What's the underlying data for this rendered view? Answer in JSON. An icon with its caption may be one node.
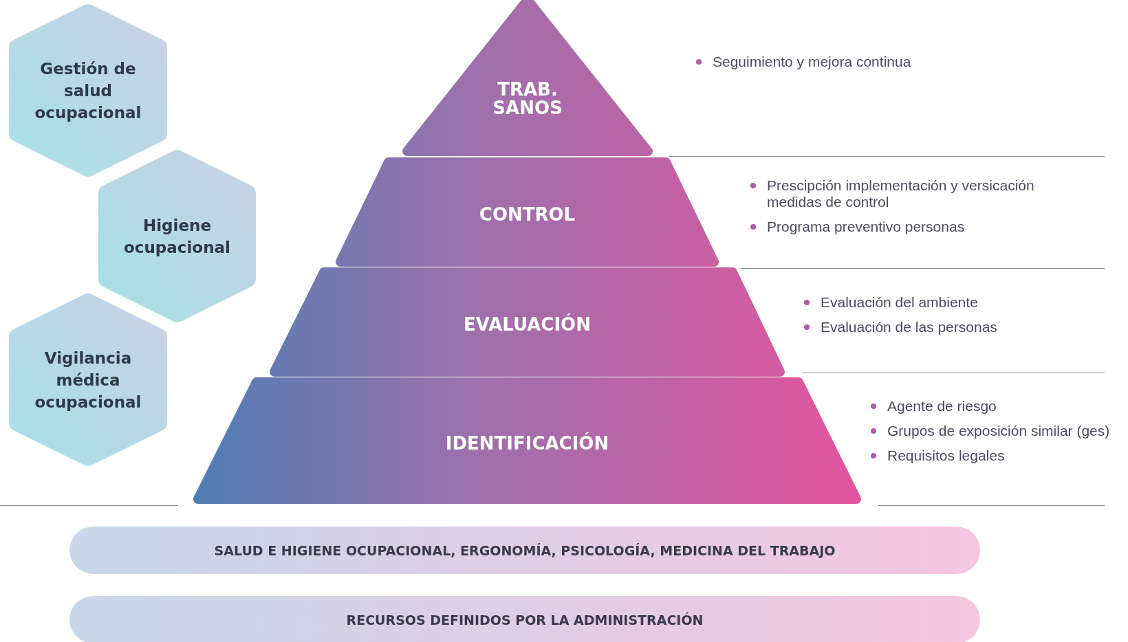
{
  "diagram": {
    "nodes": [
      {
        "text": [
          "Gestión de salud ocupacional"
        ]
      },
      {
        "text": [
          "Higiene ocupacional"
        ]
      },
      {
        "text": [
          "Vigilancia médica ocupacional"
        ]
      },
      {
        "text": [
          "TRAB. SANOS"
        ]
      },
      {
        "text": [
          "CONTROL"
        ],
        "beside": [
          "Prescipción implementación y versicación medidas de control",
          "Programa preventivo personas"
        ]
      },
      {
        "text": [
          "EVALUACIÓN"
        ],
        "beside": [
          "Evaluación del ambiente",
          "Evaluación de las personas"
        ]
      },
      {
        "text": [
          "IDENTIFICACIÓN"
        ],
        "beside": [
          "Agente de riesgo",
          "Grupos de exposición similar (ges)",
          "Requisitos legales"
        ]
      },
      {
        "text": [
          "SALUD E HIGIENE OCUPACIONAL, ERGONOMÍA, PSICOLOGÍA, MEDICINA DEL TRABAJO"
        ]
      },
      {
        "text": [
          "RECURSOS DEFINIDOS POR LA ADMINISTRACIÓN"
        ]
      }
    ],
    "labels": [
      "Seguimiento y mejora continua"
    ]
  }
}
